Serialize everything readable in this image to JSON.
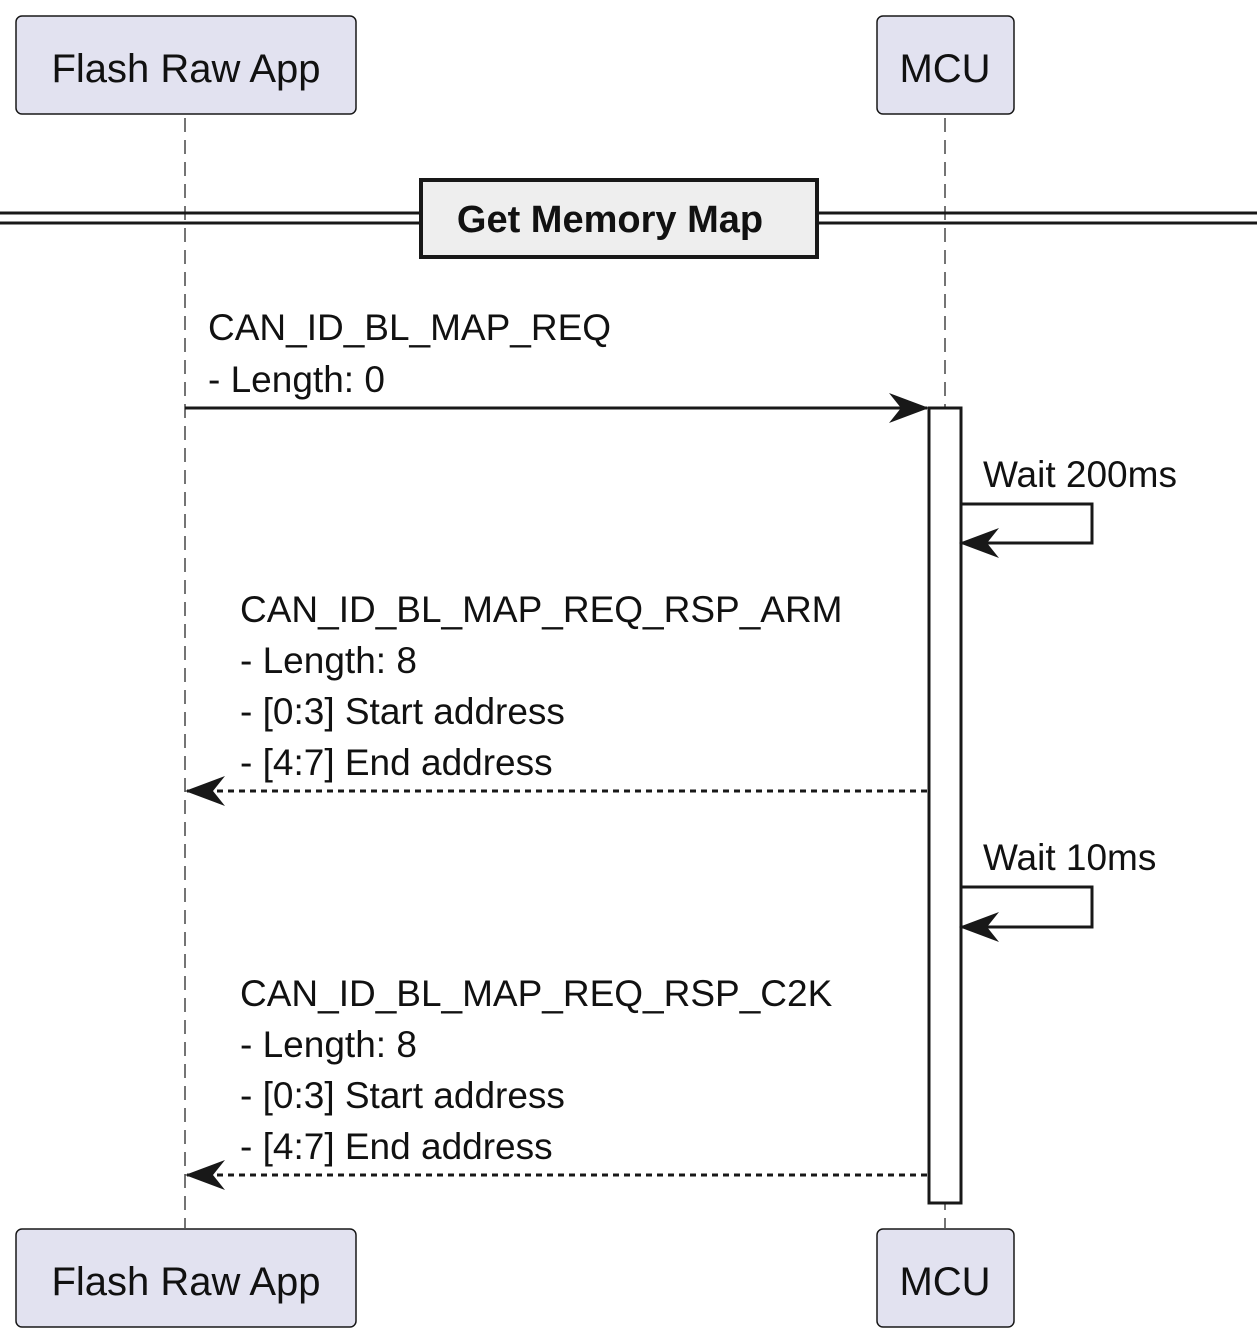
{
  "participants": [
    {
      "id": "app",
      "label": "Flash Raw App"
    },
    {
      "id": "mcu",
      "label": "MCU"
    }
  ],
  "divider": {
    "label": "Get Memory Map"
  },
  "messages": [
    {
      "from": "app",
      "to": "mcu",
      "style": "solid",
      "lines": [
        "CAN_ID_BL_MAP_REQ",
        "- Length: 0"
      ]
    },
    {
      "from": "mcu",
      "to": "mcu",
      "style": "solid",
      "self": true,
      "lines": [
        "Wait 200ms"
      ]
    },
    {
      "from": "mcu",
      "to": "app",
      "style": "dashed",
      "lines": [
        "CAN_ID_BL_MAP_REQ_RSP_ARM",
        "- Length: 8",
        "- [0:3] Start address",
        "- [4:7] End address"
      ]
    },
    {
      "from": "mcu",
      "to": "mcu",
      "style": "solid",
      "self": true,
      "lines": [
        "Wait 10ms"
      ]
    },
    {
      "from": "mcu",
      "to": "app",
      "style": "dashed",
      "lines": [
        "CAN_ID_BL_MAP_REQ_RSP_C2K",
        "- Length: 8",
        "- [0:3] Start address",
        "- [4:7] End address"
      ]
    }
  ],
  "colors": {
    "participant_fill": "#E2E2F0",
    "participant_stroke": "#181818",
    "divider_fill": "#EEEEEE",
    "line": "#181818",
    "background": "#FFFFFF"
  }
}
